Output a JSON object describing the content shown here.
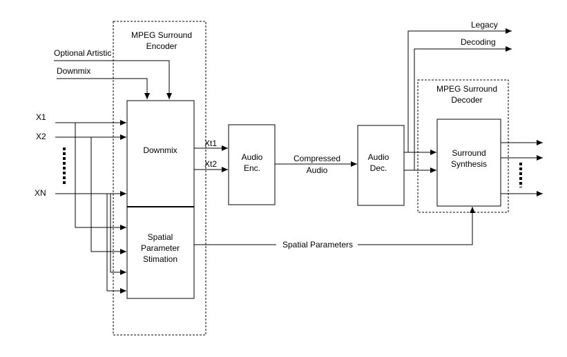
{
  "encoder": {
    "title_line1": "MPEG Surround",
    "title_line2": "Encoder",
    "downmix_label": "Downmix",
    "spatial_line1": "Spatial",
    "spatial_line2": "Parameter",
    "spatial_line3": "Stimation"
  },
  "inputs": {
    "optional_line1": "Optional Artistic",
    "optional_line2": "Downmix",
    "x1": "X1",
    "x2": "X2",
    "xn": "XN"
  },
  "signals": {
    "xt1": "Xt1",
    "xt2": "Xt2",
    "compressed_line1": "Compressed",
    "compressed_line2": "Audio",
    "spatial_parameters": "Spatial Parameters"
  },
  "audio_enc": {
    "line1": "Audio",
    "line2": "Enc."
  },
  "audio_dec": {
    "line1": "Audio",
    "line2": "Dec."
  },
  "legacy": {
    "line1": "Legacy",
    "line2": "Decoding"
  },
  "decoder": {
    "title_line1": "MPEG Surround",
    "title_line2": "Decoder",
    "synth_line1": "Surround",
    "synth_line2": "Synthesis"
  }
}
